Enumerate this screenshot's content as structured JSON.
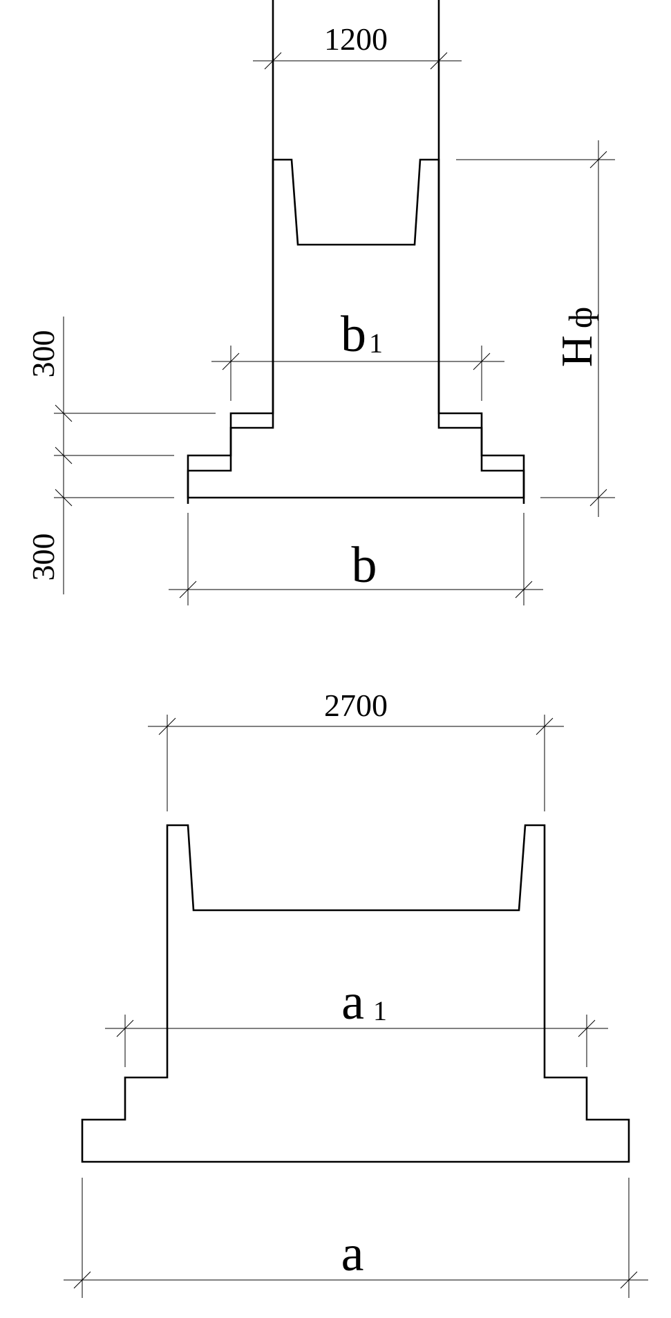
{
  "section_view": {
    "top_width_label": "1200",
    "height_label": "H",
    "height_subscript": "ф",
    "step_width_label": "b",
    "step_width_subscript": "1",
    "base_width_label": "b",
    "step_height_upper_label": "300",
    "step_height_lower_label": "300"
  },
  "longitudinal_view": {
    "top_width_label": "2700",
    "step_width_label": "a",
    "step_width_subscript": "1",
    "base_width_label": "a"
  }
}
